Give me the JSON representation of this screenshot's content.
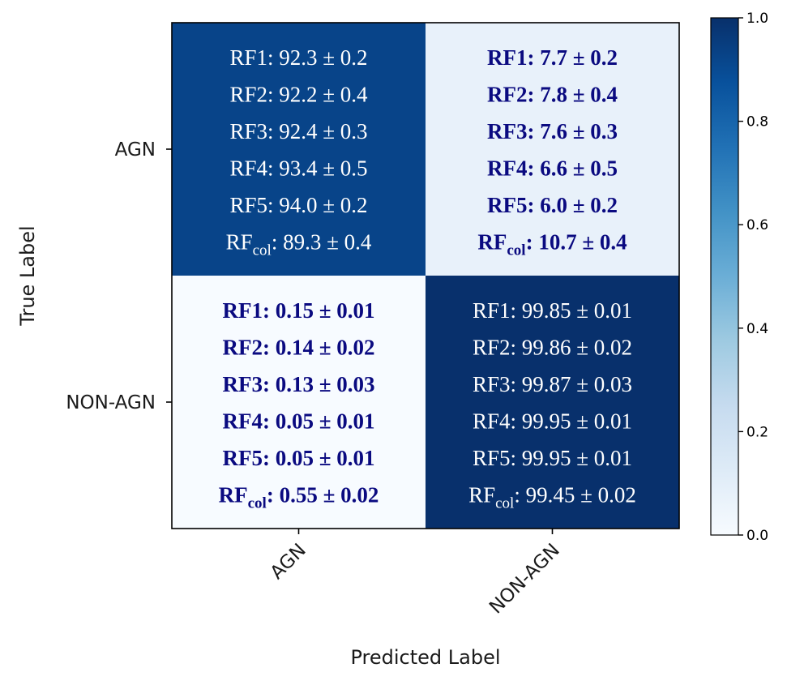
{
  "chart_data": {
    "type": "heatmap",
    "xlabel": "Predicted Label",
    "ylabel": "True Label",
    "x_categories": [
      "AGN",
      "NON-AGN"
    ],
    "y_categories": [
      "AGN",
      "NON-AGN"
    ],
    "values": [
      [
        0.923,
        0.077
      ],
      [
        0.0015,
        0.9985
      ]
    ],
    "colormap": "Blues",
    "clim": [
      0.0,
      1.0
    ],
    "colorbar_ticks": [
      "0.0",
      "0.2",
      "0.4",
      "0.6",
      "0.8",
      "1.0"
    ],
    "cells": [
      {
        "row": 0,
        "col": 0,
        "bold": false,
        "text_color": "#ffffff",
        "entries": [
          {
            "model": "RF1",
            "sub": "",
            "value": ": 92.3 ± 0.2"
          },
          {
            "model": "RF2",
            "sub": "",
            "value": ": 92.2 ± 0.4"
          },
          {
            "model": "RF3",
            "sub": "",
            "value": ": 92.4 ± 0.3"
          },
          {
            "model": "RF4",
            "sub": "",
            "value": ": 93.4 ± 0.5"
          },
          {
            "model": "RF5",
            "sub": "",
            "value": ": 94.0 ± 0.2"
          },
          {
            "model": "RF",
            "sub": "col",
            "value": ": 89.3 ± 0.4"
          }
        ]
      },
      {
        "row": 0,
        "col": 1,
        "bold": true,
        "text_color": "#0a0a80",
        "entries": [
          {
            "model": "RF1",
            "sub": "",
            "value": ":  7.7 ± 0.2"
          },
          {
            "model": "RF2",
            "sub": "",
            "value": ":  7.8 ± 0.4"
          },
          {
            "model": "RF3",
            "sub": "",
            "value": ":  7.6 ± 0.3"
          },
          {
            "model": "RF4",
            "sub": "",
            "value": ":  6.6 ± 0.5"
          },
          {
            "model": "RF5",
            "sub": "",
            "value": ":  6.0 ± 0.2"
          },
          {
            "model": "RF",
            "sub": "col",
            "value": ": 10.7 ± 0.4"
          }
        ]
      },
      {
        "row": 1,
        "col": 0,
        "bold": true,
        "text_color": "#0a0a80",
        "entries": [
          {
            "model": "RF1",
            "sub": "",
            "value": ": 0.15 ± 0.01"
          },
          {
            "model": "RF2",
            "sub": "",
            "value": ": 0.14 ± 0.02"
          },
          {
            "model": "RF3",
            "sub": "",
            "value": ": 0.13 ± 0.03"
          },
          {
            "model": "RF4",
            "sub": "",
            "value": ": 0.05 ± 0.01"
          },
          {
            "model": "RF5",
            "sub": "",
            "value": ": 0.05 ± 0.01"
          },
          {
            "model": "RF",
            "sub": "col",
            "value": ": 0.55 ± 0.02"
          }
        ]
      },
      {
        "row": 1,
        "col": 1,
        "bold": false,
        "text_color": "#ffffff",
        "entries": [
          {
            "model": "RF1",
            "sub": "",
            "value": ": 99.85 ± 0.01"
          },
          {
            "model": "RF2",
            "sub": "",
            "value": ": 99.86 ± 0.02"
          },
          {
            "model": "RF3",
            "sub": "",
            "value": ": 99.87 ± 0.03"
          },
          {
            "model": "RF4",
            "sub": "",
            "value": ": 99.95 ± 0.01"
          },
          {
            "model": "RF5",
            "sub": "",
            "value": ": 99.95 ± 0.01"
          },
          {
            "model": "RF",
            "sub": "col",
            "value": ": 99.45 ± 0.02"
          }
        ]
      }
    ]
  }
}
